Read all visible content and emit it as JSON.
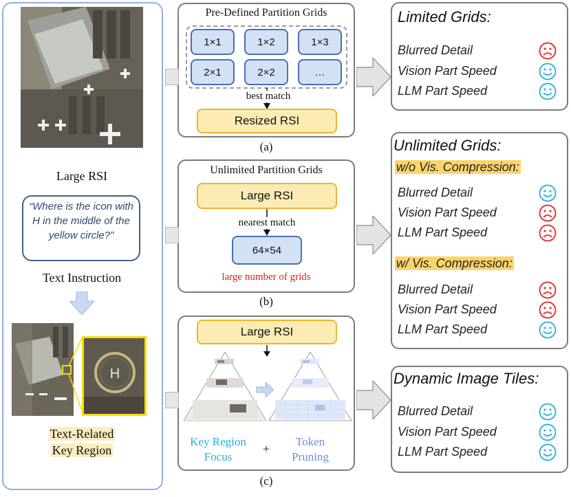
{
  "left": {
    "large_rsi_label": "Large RSI",
    "instruction_text": "“Where is the icon with H in the middle of the yellow circle?”",
    "text_instruction_label": "Text Instruction",
    "key_region_line1": "Text-Related",
    "key_region_line2": "Key Region",
    "helipad_letter": "H"
  },
  "panel_a": {
    "title": "Pre-Defined Partition Grids",
    "grids": [
      "1×1",
      "1×2",
      "1×3",
      "2×1",
      "2×2",
      "…"
    ],
    "match_label": "best match",
    "result": "Resized RSI",
    "caption": "(a)"
  },
  "panel_b": {
    "title": "Unlimited Partition Grids",
    "input": "Large RSI",
    "match_label": "nearest match",
    "result": "64×54",
    "note": "large number of grids",
    "caption": "(b)"
  },
  "panel_c": {
    "input": "Large RSI",
    "focus_label_1": "Key Region",
    "focus_label_2": "Focus",
    "plus": "+",
    "pruning_label_1": "Token",
    "pruning_label_2": "Pruning",
    "caption": "(c)"
  },
  "result_a": {
    "title": "Limited Grids:",
    "items": [
      {
        "label": "Blurred Detail",
        "face": "sad"
      },
      {
        "label": "Vision Part Speed",
        "face": "happy"
      },
      {
        "label": "LLM Part Speed",
        "face": "happy"
      }
    ]
  },
  "result_b": {
    "title": "Unlimited Grids:",
    "sub1": "w/o Vis. Compression:",
    "items1": [
      {
        "label": "Blurred Detail",
        "face": "happy"
      },
      {
        "label": "Vision Part Speed",
        "face": "sad"
      },
      {
        "label": "LLM Part Speed",
        "face": "sad"
      }
    ],
    "sub2": "w/ Vis. Compression:",
    "items2": [
      {
        "label": "Blurred Detail",
        "face": "sad"
      },
      {
        "label": "Vision Part Speed",
        "face": "sad"
      },
      {
        "label": "LLM Part Speed",
        "face": "happy"
      }
    ]
  },
  "result_c": {
    "title": "Dynamic Image Tiles:",
    "items": [
      {
        "label": "Blurred Detail",
        "face": "happy"
      },
      {
        "label": "Vision Part Speed",
        "face": "happy"
      },
      {
        "label": "LLM Part Speed",
        "face": "happy"
      }
    ]
  },
  "colors": {
    "happy": "#3ab4e0",
    "sad": "#e03a3a",
    "grid_fill": "#d3e1f5",
    "grid_border": "#4a6fb0",
    "yellow_fill": "#fcecb4",
    "yellow_border": "#e8b72c",
    "focus_text": "#2ab0d8",
    "pruning_text": "#6a8fd8",
    "note_text": "#d42020"
  }
}
